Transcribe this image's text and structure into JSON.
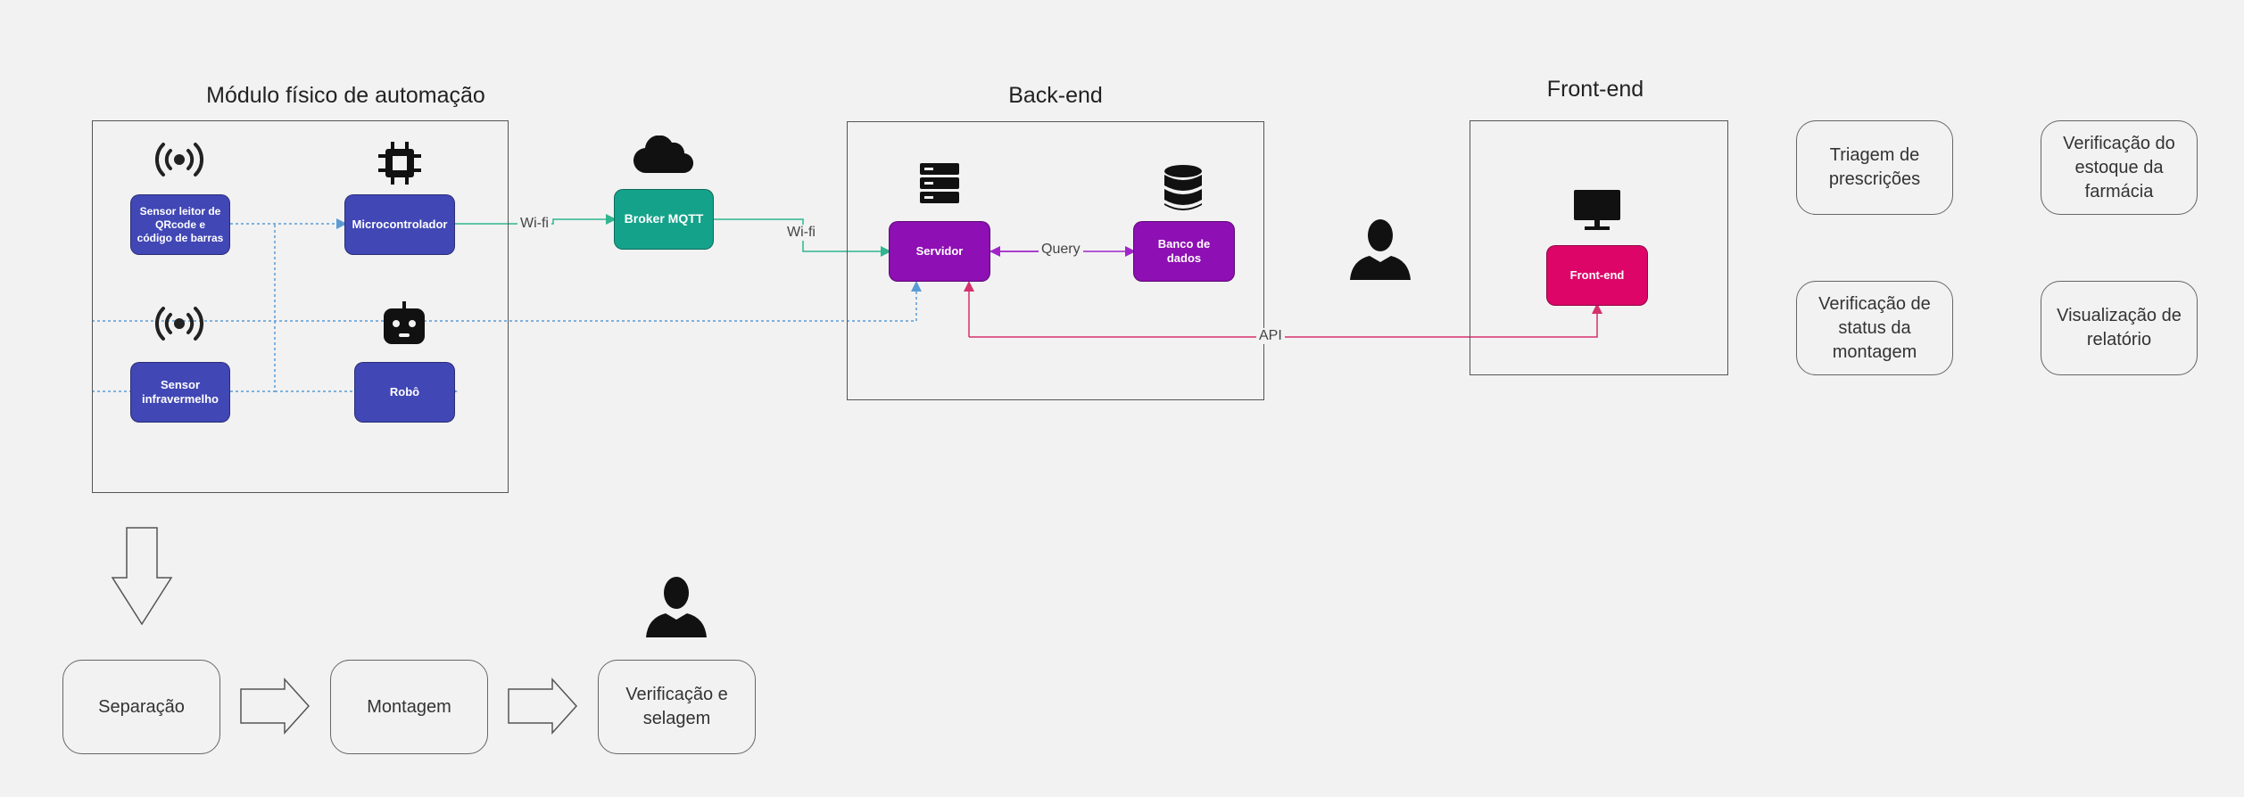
{
  "sections": {
    "modulo": "Módulo físico de automação",
    "backend": "Back-end",
    "frontend": "Front-end"
  },
  "nodes": {
    "sensor_qr": "Sensor leitor de QRcode e código de barras",
    "microcontrolador": "Microcontrolador",
    "sensor_ir": "Sensor infravermelho",
    "robo": "Robô",
    "broker": "Broker MQTT",
    "servidor": "Servidor",
    "banco": "Banco de dados",
    "frontend": "Front-end"
  },
  "edge_labels": {
    "wifi_1": "Wi-fi",
    "wifi_2": "Wi-fi",
    "query": "Query",
    "api": "API"
  },
  "features": [
    "Triagem de prescrições",
    "Verificação do estoque da farmácia",
    "Verificação de status da montagem",
    "Visualização de relatório"
  ],
  "process_steps": [
    "Separação",
    "Montagem",
    "Verificação e selagem"
  ],
  "icons": {
    "sensor_qr": "wireless-signal-icon",
    "sensor_ir": "wireless-signal-icon",
    "microcontrolador": "chip-icon",
    "robo": "robot-icon",
    "broker": "cloud-icon",
    "servidor": "server-icon",
    "banco": "database-icon",
    "frontend": "monitor-icon",
    "user": "user-icon"
  },
  "colors": {
    "blue": "#4147b5",
    "purple": "#8e0fb3",
    "teal": "#14a38a",
    "pink": "#dd0668",
    "dotted_blue": "#5b9bd5",
    "wifi_green": "#2fb58f",
    "query_purple": "#a024c8",
    "api_pink": "#d5306e"
  }
}
